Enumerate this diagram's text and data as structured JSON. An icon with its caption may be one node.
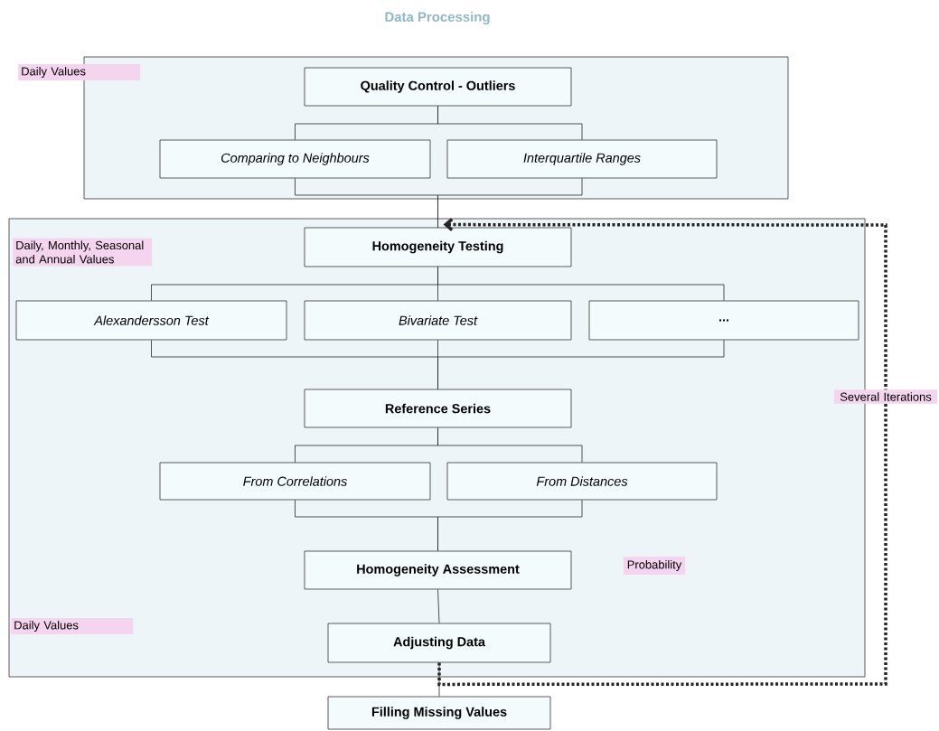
{
  "diagram": {
    "title": "Data Processing",
    "nodes": [
      {
        "text": [
          "Daily Values"
        ]
      },
      {
        "text": [
          "Quality Control - Outliers"
        ],
        "in": 0
      },
      {
        "text": [
          "Comparing to Neighbours"
        ],
        "in": 0
      },
      {
        "text": [
          "Interquartile Ranges"
        ],
        "in": 0
      },
      {
        "text": [
          "Daily, Monthly, Seasonal and Annual Values",
          "Daily Values"
        ]
      },
      {
        "text": [
          "Homogeneity Testing"
        ],
        "in": 4
      },
      {
        "text": [
          "Alexandersson Test"
        ],
        "in": 4
      },
      {
        "text": [
          "Bivariate Test"
        ],
        "in": 4
      },
      {
        "text": [
          "..."
        ],
        "in": 4
      },
      {
        "text": [
          "Reference Series"
        ],
        "in": 4
      },
      {
        "text": [
          "From Correlations"
        ],
        "in": 4
      },
      {
        "text": [
          "From Distances"
        ],
        "in": 4
      },
      {
        "text": [
          "Homogeneity  Assessment"
        ],
        "in": 4
      },
      {
        "text": [
          "Adjusting Data"
        ],
        "in": 4
      },
      {
        "text": [
          "Filling Missing Values"
        ]
      }
    ],
    "edges": [
      {
        "from": 1,
        "to": 2,
        "arrow": "none"
      },
      {
        "from": 1,
        "to": 3,
        "arrow": "none"
      },
      {
        "from": 2,
        "to": 5,
        "arrow": "none"
      },
      {
        "from": 3,
        "to": 5,
        "arrow": "none"
      },
      {
        "from": 5,
        "to": 6,
        "arrow": "none"
      },
      {
        "from": 5,
        "to": 7,
        "arrow": "none"
      },
      {
        "from": 5,
        "to": 8,
        "arrow": "none"
      },
      {
        "from": 6,
        "to": 9,
        "arrow": "none"
      },
      {
        "from": 7,
        "to": 9,
        "arrow": "none"
      },
      {
        "from": 8,
        "to": 9,
        "arrow": "none"
      },
      {
        "from": 9,
        "to": 10,
        "arrow": "none"
      },
      {
        "from": 9,
        "to": 11,
        "arrow": "none"
      },
      {
        "from": 10,
        "to": 12,
        "arrow": "none"
      },
      {
        "from": 11,
        "to": 12,
        "arrow": "none"
      },
      {
        "from": 12,
        "to": 13,
        "arrow": "none"
      },
      {
        "from": 13,
        "to": 14,
        "arrow": "none"
      },
      {
        "from": 13,
        "to": 5,
        "arrow": "to",
        "style": "dashed",
        "label": "Several Iterations"
      }
    ],
    "labels": [
      "Probability"
    ]
  }
}
